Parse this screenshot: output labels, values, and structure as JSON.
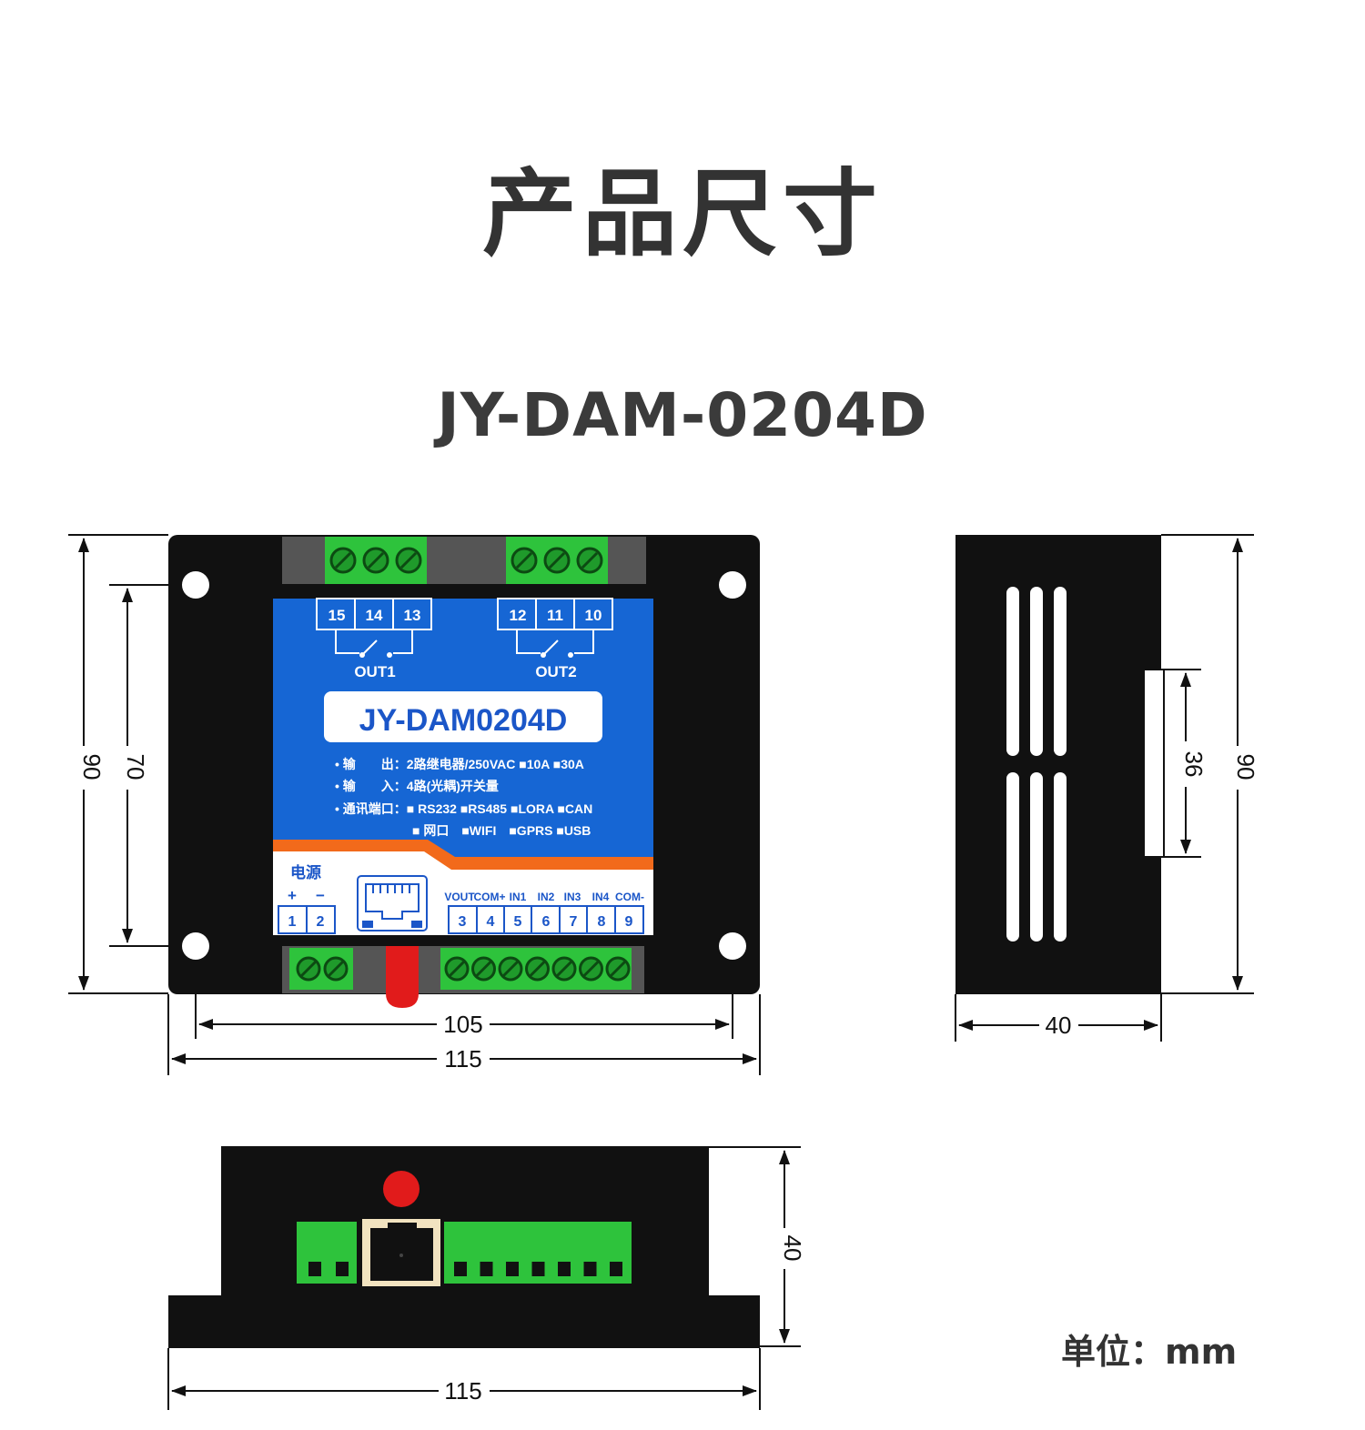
{
  "title": "产品尺寸",
  "model": "JY-DAM-0204D",
  "unit": "单位：mm",
  "front": {
    "dim_height_outer": "90",
    "dim_height_inner": "70",
    "dim_width_inner": "105",
    "dim_width_outer": "115",
    "out1_terminals": [
      "15",
      "14",
      "13"
    ],
    "out2_terminals": [
      "12",
      "11",
      "10"
    ],
    "out1_label": "OUT1",
    "out2_label": "OUT2",
    "device_name": "JY-DAM0204D",
    "spec_output": "• 输　　出：2路继电器/250VAC ■10A ■30A",
    "spec_input": "• 输　　入：4路(光耦)开关量",
    "spec_comm": "• 通讯端口：■ RS232 ■RS485 ■LORA ■CAN",
    "spec_comm2": "■ 网口　■WIFI　■GPRS ■USB",
    "power_label": "电源",
    "power_plus": "+",
    "power_minus": "−",
    "power_terminals": [
      "1",
      "2"
    ],
    "io_headers": [
      "VOUT",
      "COM+",
      "IN1",
      "IN2",
      "IN3",
      "IN4",
      "COM-"
    ],
    "io_terminals": [
      "3",
      "4",
      "5",
      "6",
      "7",
      "8",
      "9"
    ]
  },
  "side": {
    "dim_height": "90",
    "dim_inner": "36",
    "dim_width": "40"
  },
  "bottom": {
    "dim_height": "40",
    "dim_width": "115"
  }
}
